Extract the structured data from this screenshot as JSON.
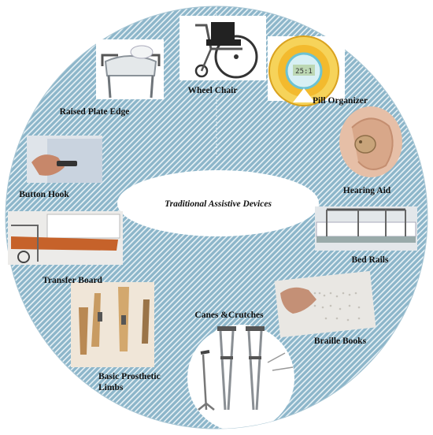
{
  "diagram": {
    "center_label": "Traditional Assistive  Devices",
    "devices": [
      {
        "label": "Wheel Chair",
        "icon": "wheelchair-icon"
      },
      {
        "label": "Pill Organizer",
        "icon": "pill-organizer-icon"
      },
      {
        "label": "Hearing Aid",
        "icon": "hearing-aid-icon"
      },
      {
        "label": "Bed Rails",
        "icon": "bed-rails-icon"
      },
      {
        "label": "Braille Books",
        "icon": "braille-book-icon"
      },
      {
        "label": "Canes &Crutches",
        "icon": "crutches-icon"
      },
      {
        "label": "Basic Prosthetic",
        "label2": "Limbs",
        "icon": "prosthetic-limb-icon"
      },
      {
        "label": "Transfer Board",
        "icon": "transfer-board-icon"
      },
      {
        "label": "Button Hook",
        "icon": "button-hook-icon"
      },
      {
        "label": "Raised Plate Edge",
        "icon": "raised-seat-icon"
      }
    ],
    "colors": {
      "ring": "#8fb8cc",
      "ring_stripe": "#ffffff",
      "label": "#111111",
      "ellipse": "#ffffff"
    }
  }
}
